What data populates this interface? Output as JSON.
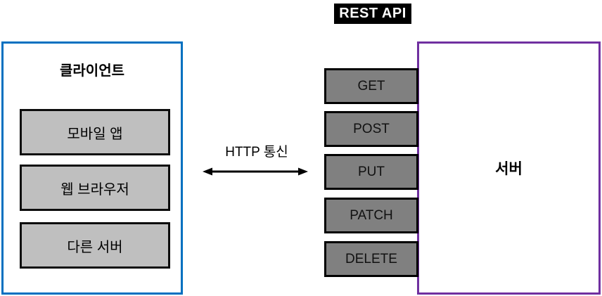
{
  "title": "REST API",
  "client": {
    "label": "클라이언트",
    "items": [
      "모바일 앱",
      "웹 브라우저",
      "다른 서버"
    ]
  },
  "connection": {
    "label": "HTTP 통신"
  },
  "methods": [
    "GET",
    "POST",
    "PUT",
    "PATCH",
    "DELETE"
  ],
  "server": {
    "label": "서버"
  },
  "colors": {
    "client_border": "#0070C0",
    "server_border": "#7030A0",
    "client_item_fill": "#BFBFBF",
    "method_fill": "#808080",
    "box_border": "#000000",
    "title_bg": "#000000",
    "title_fg": "#FFFFFF",
    "arrow": "#000000"
  }
}
